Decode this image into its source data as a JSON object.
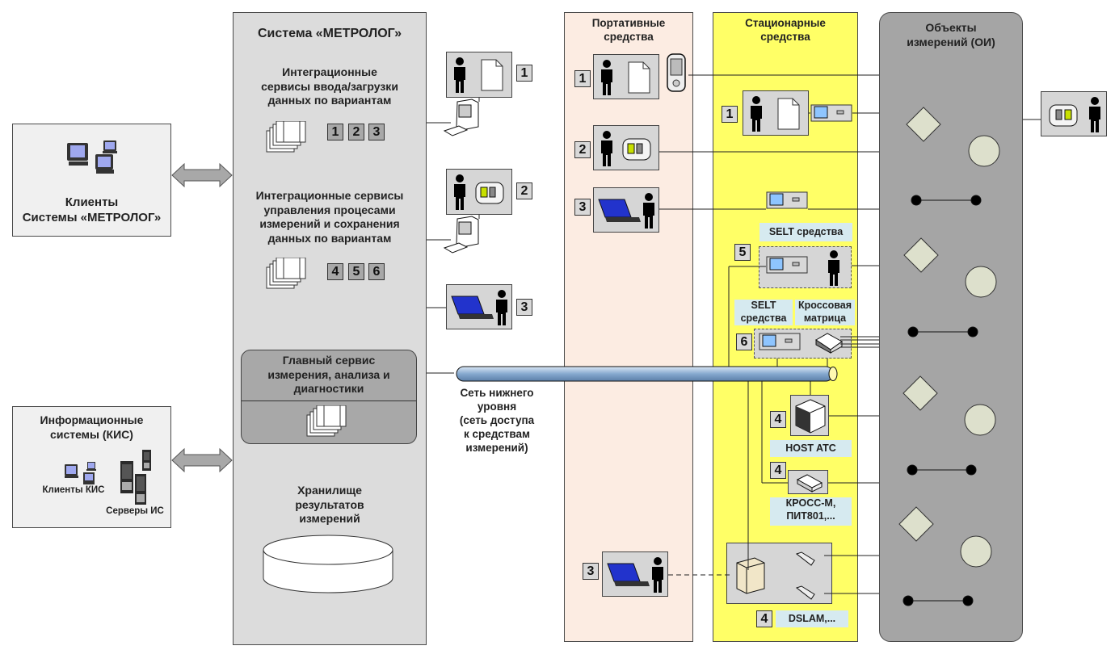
{
  "diagram": {
    "clients_box": {
      "title": "Клиенты\nСистемы «МЕТРОЛОГ»"
    },
    "kis_box": {
      "title": "Информационные\nсистемы (КИС)",
      "clients_label": "Клиенты КИС",
      "servers_label": "Серверы ИС"
    },
    "metrolog": {
      "title": "Система «МЕТРОЛОГ»",
      "input_services": {
        "text": "Интеграционные\nсервисы ввода/загрузки\nданных по вариантам",
        "badges": [
          "1",
          "2",
          "3"
        ]
      },
      "control_services": {
        "text": "Интеграционные сервисы\nуправления процесами\nизмерений и сохранения\nданных по вариантам",
        "badges": [
          "4",
          "5",
          "6"
        ]
      },
      "main_service": {
        "text": "Главный сервис\nизмерения, анализа и\nдиагностики"
      },
      "storage": {
        "text": "Хранилище\nрезультатов\nизмерений"
      }
    },
    "workstations": [
      {
        "badge": "1",
        "devices": [
          "person-icon",
          "document-icon",
          "desktop-pc-icon"
        ]
      },
      {
        "badge": "2",
        "devices": [
          "person-icon",
          "measuring-device-icon",
          "desktop-pc-icon"
        ]
      },
      {
        "badge": "3",
        "devices": [
          "laptop-icon",
          "person-icon"
        ]
      }
    ],
    "network": {
      "label": "Сеть нижнего\nуровня\n(сеть доступа\nк средствам\nизмерений)"
    },
    "portable": {
      "title": "Портативные\nсредства",
      "items": [
        {
          "badge": "1",
          "devices": [
            "person-icon",
            "document-icon",
            "pda-icon"
          ]
        },
        {
          "badge": "2",
          "devices": [
            "person-icon",
            "measuring-device-icon"
          ]
        },
        {
          "badge": "3",
          "devices": [
            "laptop-icon",
            "person-icon"
          ]
        },
        {
          "badge": "3",
          "devices": [
            "laptop-icon",
            "person-icon"
          ]
        }
      ]
    },
    "stationary": {
      "title": "Стационарные\nсредства",
      "items": [
        {
          "badge": "1",
          "devices": [
            "person-icon",
            "document-icon",
            "tester-icon"
          ]
        },
        {
          "badge": "",
          "label": "SELT средства",
          "devices": [
            "tester-icon"
          ]
        },
        {
          "badge": "5",
          "devices": [
            "tester-icon",
            "person-icon"
          ]
        },
        {
          "badge": "6",
          "labels": [
            "SELT\nсредства",
            "Кроссовая\nматрица"
          ],
          "devices": [
            "tester-icon",
            "switch-icon"
          ]
        },
        {
          "badge": "4",
          "label": "HOST ATC",
          "devices": [
            "host-server-icon"
          ]
        },
        {
          "badge": "4",
          "label": "КРОСС-М,\nПИТ801,...",
          "devices": [
            "cross-device-icon"
          ]
        },
        {
          "badge": "4",
          "label": "DSLAM,...",
          "devices": [
            "server-icon",
            "modem-icon"
          ]
        }
      ]
    },
    "objects": {
      "title": "Объекты\nизмерений (ОИ)"
    },
    "colors": {
      "panel_gray": "#dcdcdc",
      "portable_bg": "#fcece2",
      "stationary_bg": "#ffff66",
      "objects_bg": "#a5a5a5",
      "label_bg": "#d6eaf0",
      "shape_fill": "#dde0cc"
    }
  }
}
